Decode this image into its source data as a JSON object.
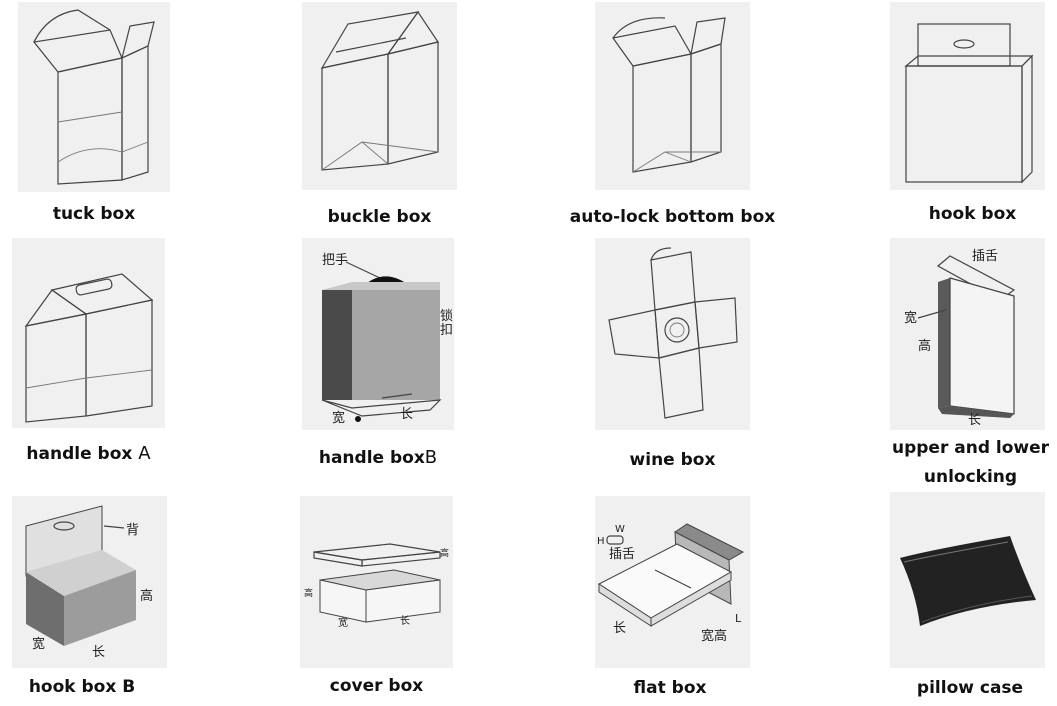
{
  "boxes": [
    {
      "caption": "tuck box"
    },
    {
      "caption": "buckle box"
    },
    {
      "caption": "auto-lock bottom box"
    },
    {
      "caption": "hook box"
    },
    {
      "caption": "handle box",
      "suffix": "A"
    },
    {
      "caption": "handle box",
      "suffix": "B",
      "labels": {
        "handle": "把手",
        "lock1": "锁",
        "lock2": "扣",
        "width": "宽",
        "length": "长"
      }
    },
    {
      "caption": "wine box"
    },
    {
      "caption": "upper and lower",
      "caption2": "unlocking",
      "labels": {
        "tongue": "插舌",
        "width": "宽",
        "height": "高",
        "length": "长"
      }
    },
    {
      "caption": "hook box B",
      "labels": {
        "back": "背",
        "height": "高",
        "width": "宽",
        "length": "长"
      }
    },
    {
      "caption": "cover box",
      "labels": {
        "height_top": "高",
        "height_side": "高",
        "width": "宽",
        "length": "长"
      }
    },
    {
      "caption": "flat box",
      "labels": {
        "w": "W",
        "h": "H",
        "tongue": "插舌",
        "l": "L",
        "length": "长",
        "width_height": "宽高"
      }
    },
    {
      "caption": "pillow case"
    }
  ]
}
